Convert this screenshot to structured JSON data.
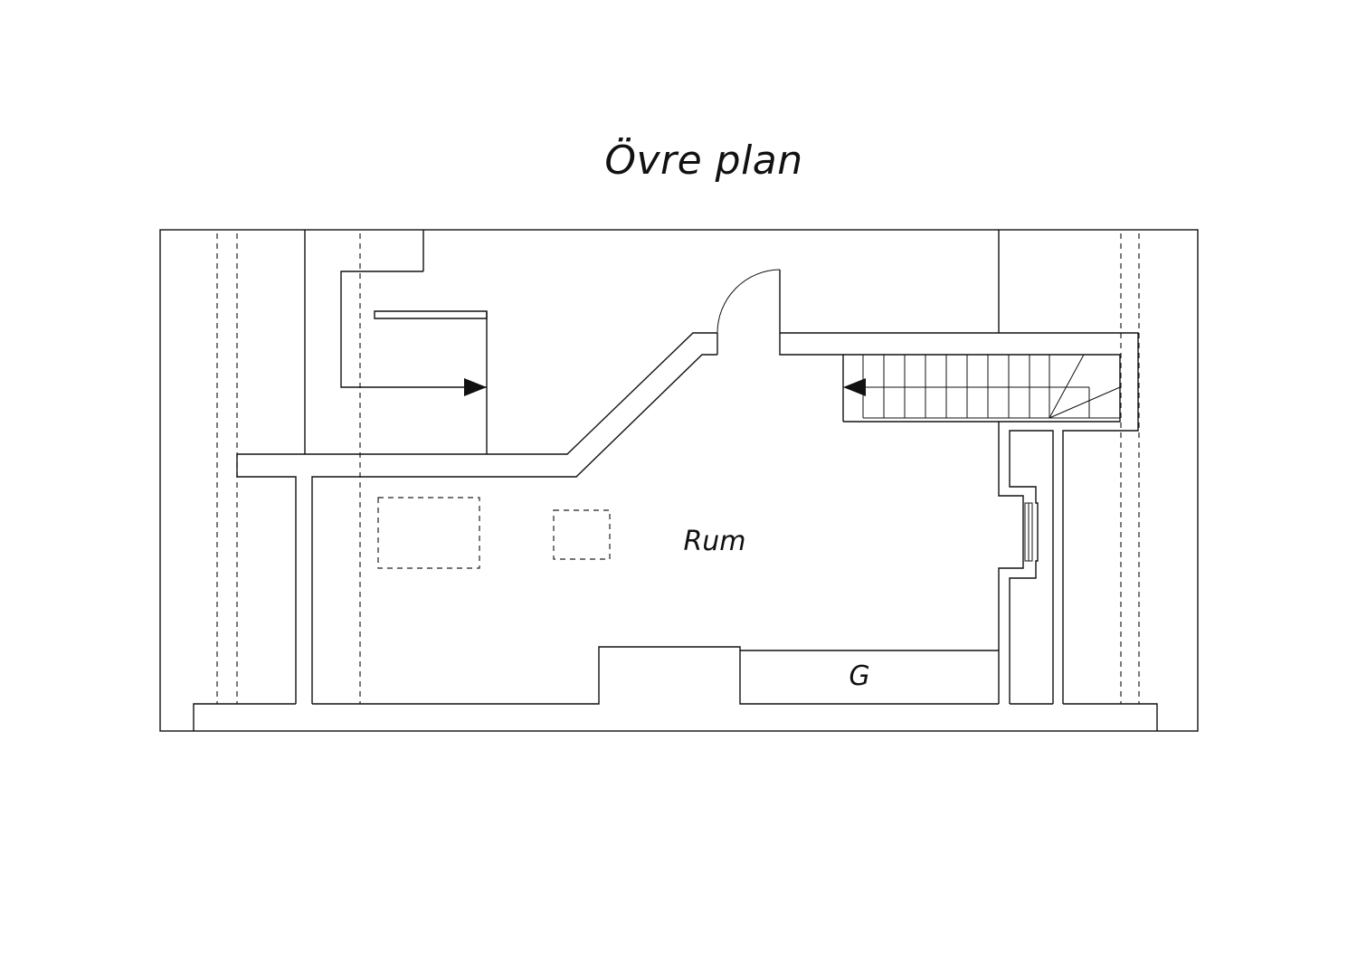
{
  "plan": {
    "title": "Övre plan",
    "rooms": [
      {
        "label": "Rum"
      },
      {
        "label": "G"
      }
    ]
  }
}
